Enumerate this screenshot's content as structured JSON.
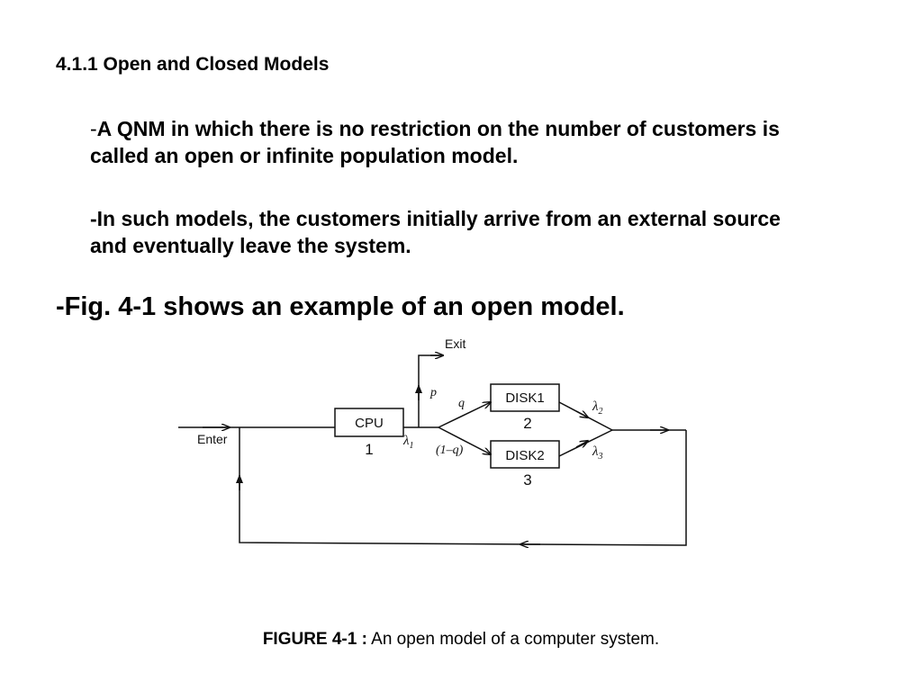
{
  "heading": "4.1.1 Open and Closed Models",
  "bullets": [
    {
      "dash": "-",
      "text": "A QNM in which there is no restriction on the number of customers is called an open or infinite population model."
    },
    {
      "text": "-In such models, the customers initially arrive from an external source and eventually leave the system."
    }
  ],
  "statement": "-Fig. 4-1 shows an example of an open model.",
  "diagram": {
    "enter_label": "Enter",
    "exit_label": "Exit",
    "cpu": {
      "label": "CPU",
      "number": "1"
    },
    "disk1": {
      "label": "DISK1",
      "number": "2"
    },
    "disk2": {
      "label": "DISK2",
      "number": "3"
    },
    "p_label": "p",
    "q_label": "q",
    "one_minus_q_label": "(1–q)",
    "lambda1": {
      "symbol": "λ",
      "subscript": "1"
    },
    "lambda2": {
      "symbol": "λ",
      "subscript": "2"
    },
    "lambda3": {
      "symbol": "λ",
      "subscript": "3"
    }
  },
  "caption": {
    "label": "FIGURE 4-1 :",
    "text": " An open model of a computer system."
  }
}
